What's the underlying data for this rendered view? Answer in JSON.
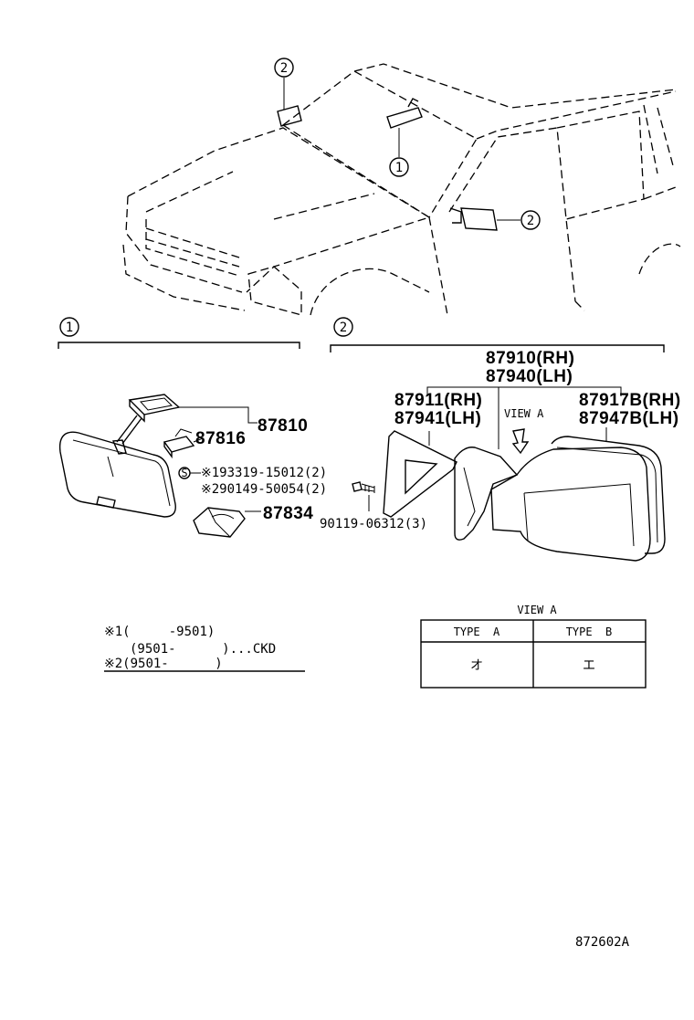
{
  "callouts": {
    "c1": "1",
    "c2": "2"
  },
  "parts": {
    "p87810": "87810",
    "p87816": "87816",
    "p87834": "87834",
    "p93319": "※193319-15012(2)",
    "p90149": "※290149-50054(2)",
    "p90119": "90119-06312(3)",
    "p87910": "87910(RH)",
    "p87940": "87940(LH)",
    "p87911": "87911(RH)",
    "p87941": "87941(LH)",
    "p87917": "87917B(RH)",
    "p87947": "87947B(LH)",
    "view_a": "VIEW A",
    "screw_mark": "S"
  },
  "notes": {
    "line1": "※1(     -9501)",
    "line2": "(9501-      )...CKD",
    "line3": "※2(9501-      )"
  },
  "table": {
    "caption": "VIEW A",
    "headers": [
      "TYPE  A",
      "TYPE  B"
    ],
    "cells": [
      "オ",
      "エ"
    ]
  },
  "diagram_code": "872602A"
}
